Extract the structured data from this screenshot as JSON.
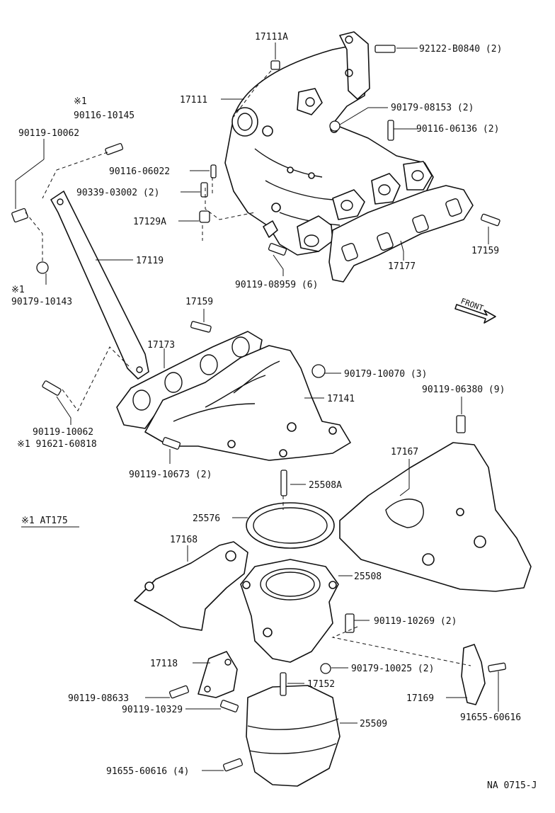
{
  "labels": {
    "p17111A": "17111A",
    "p92122": "92122-B0840 (2)",
    "p17111": "17111",
    "p90179_08153": "90179-08153 (2)",
    "p90116_06136": "90116-06136 (2)",
    "star1_top": "※1",
    "p90116_10145": "90116-10145",
    "p90119_10062_top": "90119-10062",
    "p90116_06022": "90116-06022",
    "p90339": "90339-03002 (2)",
    "p17129A": "17129A",
    "p17159_right": "17159",
    "p17177": "17177",
    "p90119_08959": "90119-08959 (6)",
    "p17119": "17119",
    "star1_mid": "※1",
    "p90179_10143": "90179-10143",
    "front": "FRONT",
    "p17159_mid": "17159",
    "p17173": "17173",
    "p90179_10070": "90179-10070 (3)",
    "p17141": "17141",
    "p90119_06380": "90119-06380 (9)",
    "p90119_10062_bot": "90119-10062",
    "p91621": "※1 91621-60818",
    "p17167": "17167",
    "p90119_10673": "90119-10673 (2)",
    "p25508A": "25508A",
    "note_at175": "※1  AT175",
    "p25576": "25576",
    "p17168": "17168",
    "p25508": "25508",
    "p90119_10269": "90119-10269 (2)",
    "p17118": "17118",
    "p90179_10025": "90179-10025 (2)",
    "p90119_08633": "90119-08633",
    "p17152": "17152",
    "p17169": "17169",
    "p90119_10329": "90119-10329",
    "p91655_60616_right": "91655-60616",
    "p25509": "25509",
    "p91655_60616_4": "91655-60616 (4)",
    "code": "NA 0715-J"
  }
}
